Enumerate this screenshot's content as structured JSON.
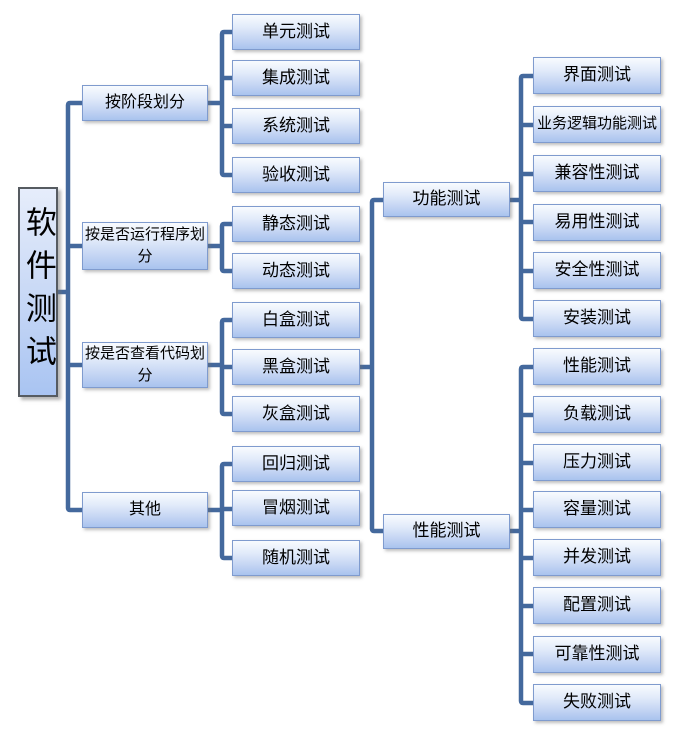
{
  "diagram": {
    "root_label": "软件测试",
    "branches": [
      {
        "label": "按阶段划分",
        "children": [
          "单元测试",
          "集成测试",
          "系统测试",
          "验收测试"
        ]
      },
      {
        "label": "按是否运行程序划分",
        "children": [
          "静态测试",
          "动态测试"
        ]
      },
      {
        "label": "按是否查看代码划分",
        "children": [
          "白盒测试",
          "黑盒测试",
          "灰盒测试"
        ]
      },
      {
        "label": "其他",
        "children": [
          "回归测试",
          "冒烟测试",
          "随机测试"
        ]
      }
    ],
    "blackbox_subtree": [
      {
        "label": "功能测试",
        "children": [
          "界面测试",
          "业务逻辑功能测试",
          "兼容性测试",
          "易用性测试",
          "安全性测试",
          "安装测试"
        ]
      },
      {
        "label": "性能测试",
        "children": [
          "性能测试",
          "负载测试",
          "压力测试",
          "容量测试",
          "并发测试",
          "配置测试",
          "可靠性测试",
          "失败测试"
        ]
      }
    ],
    "colors": {
      "connector": "#44699D",
      "node_border": "#7F9BCE",
      "node_fill_top": "#F8FBFE",
      "node_fill_bottom": "#A9C3EE",
      "root_border": "#565B61",
      "text": "#000000"
    }
  }
}
